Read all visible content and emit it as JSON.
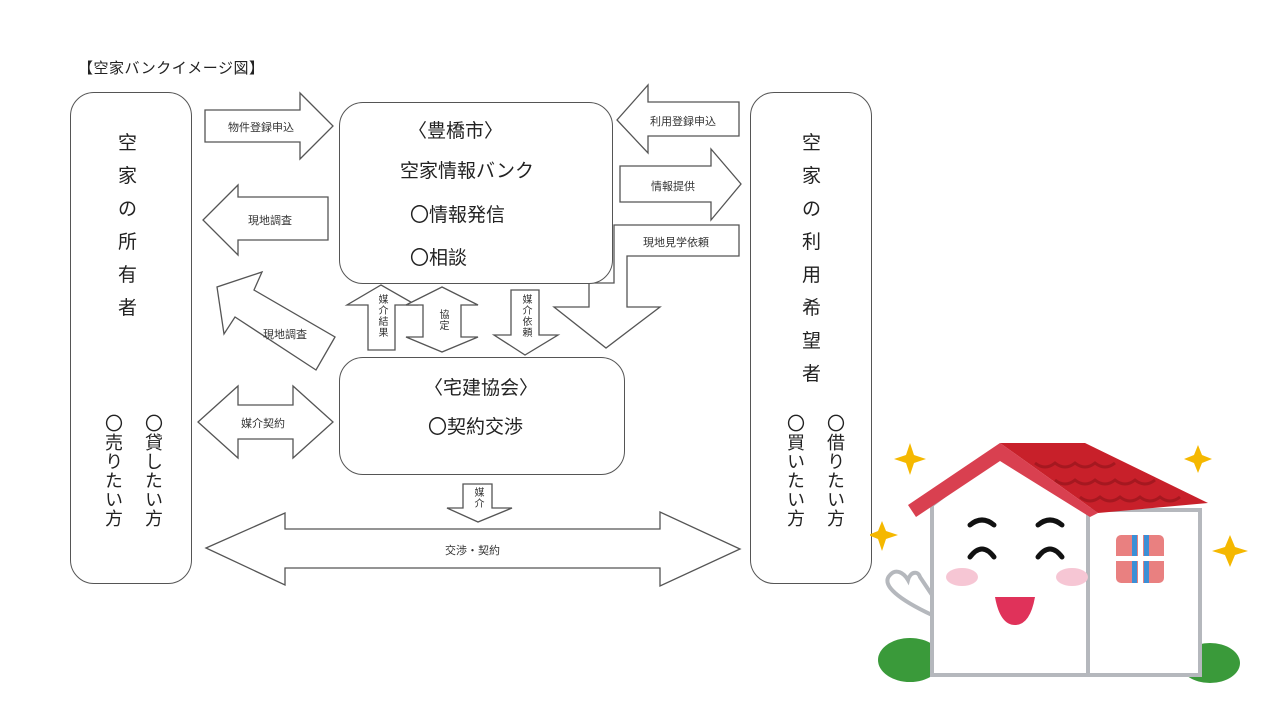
{
  "title": "【空家バンクイメージ図】",
  "owner_box": {
    "heading_chars": [
      "空",
      "家",
      "の",
      "所",
      "有",
      "者"
    ],
    "items": [
      "〇貸したい方",
      "〇売りたい方"
    ]
  },
  "user_box": {
    "heading_chars": [
      "空",
      "家",
      "の",
      "利",
      "用",
      "希",
      "望",
      "者"
    ],
    "items": [
      "〇借りたい方",
      "〇買いたい方"
    ]
  },
  "city_box": {
    "org": "〈豊橋市〉",
    "name": "空家情報バンク",
    "items": [
      "〇情報発信",
      "〇相談"
    ]
  },
  "takken_box": {
    "org": "〈宅建協会〉",
    "items": [
      "〇契約交渉"
    ]
  },
  "arrows": {
    "property_registration": "物件登録申込",
    "site_survey_city": "現地調査",
    "site_survey_takken": "現地調査",
    "brokerage_contract": "媒介契約",
    "usage_registration": "利用登録申込",
    "info_provision": "情報提供",
    "viewing_request": "現地見学依頼",
    "brokerage_result": "媒介結果",
    "agreement": "協定",
    "brokerage_request": "媒介依頼",
    "brokerage": "媒介",
    "negotiation_contract": "交渉・契約"
  },
  "illustration": "smiling-house",
  "colors": {
    "line": "#555555",
    "roof": "#c8202a",
    "roof_dark": "#a51820",
    "sparkle": "#f5b800",
    "bush": "#3a9a3a",
    "window_blue": "#3b8fd6",
    "window_pink": "#e98080",
    "cheek": "#f6c6d4",
    "mouth": "#e0325a"
  }
}
